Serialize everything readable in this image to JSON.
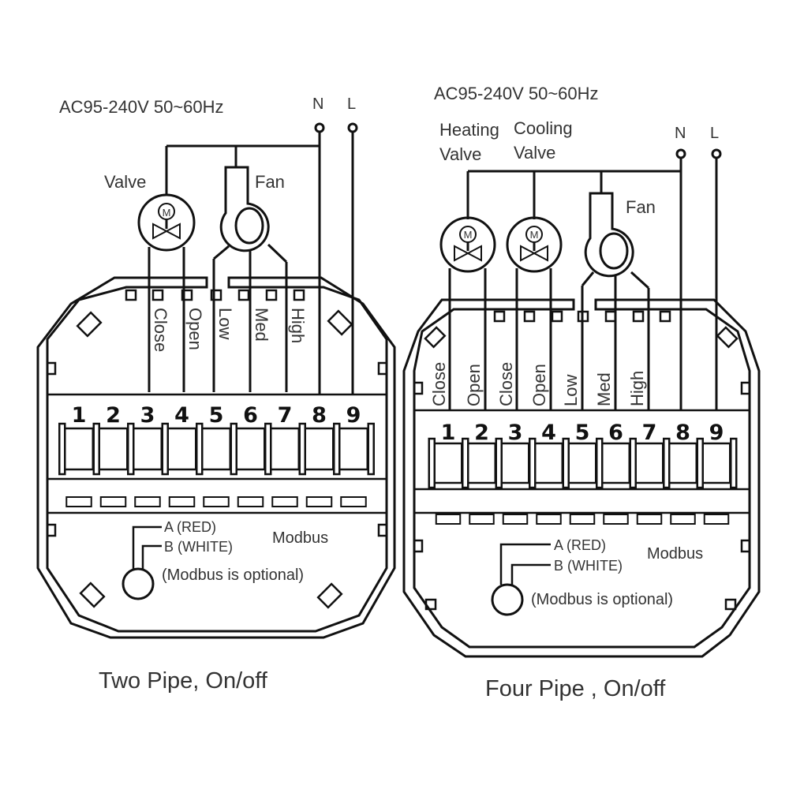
{
  "diagrams": [
    {
      "supply": "AC95-240V  50~60Hz",
      "neutral": "N",
      "live": "L",
      "valve_labels": [
        "Valve"
      ],
      "fan_label": "Fan",
      "wire_labels": [
        "Close",
        "Open",
        "Low",
        "Med",
        "High"
      ],
      "terminals": [
        "1",
        "2",
        "3",
        "4",
        "5",
        "6",
        "7",
        "8",
        "9"
      ],
      "modbus_a": "A (RED)",
      "modbus_b": "B (WHITE)",
      "modbus": "Modbus",
      "modbus_note": "(Modbus is optional)",
      "caption": "Two Pipe, On/off"
    },
    {
      "supply": "AC95-240V  50~60Hz",
      "neutral": "N",
      "live": "L",
      "valve_labels": [
        "Heating\nValve",
        "Cooling\nValve"
      ],
      "fan_label": "Fan",
      "wire_labels": [
        "Close",
        "Open",
        "Close",
        "Open",
        "Low",
        "Med",
        "High"
      ],
      "terminals": [
        "1",
        "2",
        "3",
        "4",
        "5",
        "6",
        "7",
        "8",
        "9"
      ],
      "modbus_a": "A (RED)",
      "modbus_b": "B (WHITE)",
      "modbus": "Modbus",
      "modbus_note": "(Modbus is optional)",
      "caption": "Four Pipe , On/off"
    }
  ],
  "motor_symbol": "M"
}
